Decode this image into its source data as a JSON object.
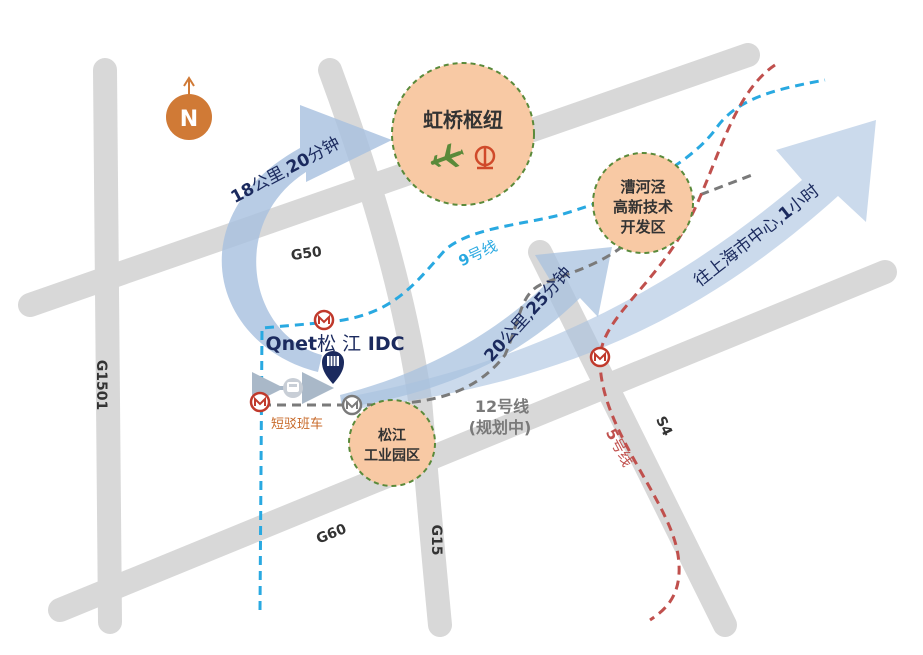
{
  "compass": {
    "letter": "N",
    "color": "#d07a36"
  },
  "roads": {
    "g50": "G50",
    "g1501": "G1501",
    "g60": "G60",
    "g15": "G15",
    "s4": "S4",
    "color": "#d8d8d8",
    "label_color": "#333333"
  },
  "hubs": {
    "hongqiao": {
      "title": "虹桥枢纽"
    },
    "caohejing": {
      "line1": "漕河泾",
      "line2": "高新技术",
      "line3": "开发区"
    },
    "songjiang_park": {
      "line1": "松江",
      "line2": "工业园区"
    },
    "fill": "#f8c9a4",
    "border": "#5a8a3a"
  },
  "routes": {
    "to_hongqiao": {
      "num1": "18",
      "text1": "公里,",
      "num2": "20",
      "text2": "分钟"
    },
    "to_caohejing": {
      "num1": "20",
      "text1": "公里,",
      "num2": "25",
      "text2": "分钟"
    },
    "to_center": {
      "text1": "往上海市中心,",
      "num": "1",
      "text2": "小时"
    },
    "arrow_color": "#a8c1df"
  },
  "metro": {
    "line9": {
      "num": "9",
      "suffix": "号线",
      "color": "#29a9e1"
    },
    "line12": {
      "num": "12",
      "suffix": "号线",
      "note": "(规划中)",
      "color": "#7a7a7a"
    },
    "line5": {
      "num": "5",
      "suffix": "号线",
      "color": "#c0504d"
    },
    "station_color": "#c0392b"
  },
  "site": {
    "name_latin": "Qnet",
    "name_cn": "松 江",
    "name_tail": " IDC",
    "color": "#1b2a5e"
  },
  "shuttle": {
    "label": "短驳班车",
    "color": "#c86a2a"
  }
}
